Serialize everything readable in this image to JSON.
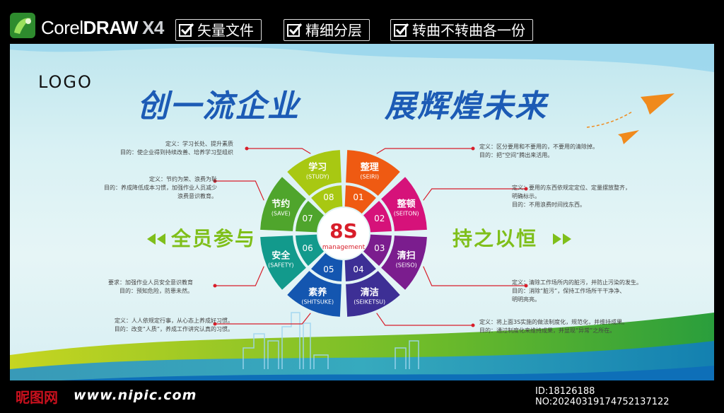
{
  "header": {
    "brand_prefix": "Corel",
    "brand_bold": "DRAW",
    "brand_version": "X4",
    "features": [
      "矢量文件",
      "精细分层",
      "转曲不转曲各一份"
    ]
  },
  "poster": {
    "logo": "LOGO",
    "headline_left": "创一流企业",
    "headline_right": "展辉煌未来",
    "slogan_left": "全员参与",
    "slogan_right": "持之以恒",
    "center_title": "8S",
    "center_sub": "management",
    "segments": [
      {
        "num": "01",
        "name": "整理",
        "en": "(SEIRI)",
        "color": "#ef5a12"
      },
      {
        "num": "02",
        "name": "整顿",
        "en": "(SEITON)",
        "color": "#d6127a"
      },
      {
        "num": "03",
        "name": "清扫",
        "en": "(SEISO)",
        "color": "#7b1d8e"
      },
      {
        "num": "04",
        "name": "清洁",
        "en": "(SEIKETSU)",
        "color": "#3d2f95"
      },
      {
        "num": "05",
        "name": "素养",
        "en": "(SHITSUKE)",
        "color": "#1456b0"
      },
      {
        "num": "06",
        "name": "安全",
        "en": "(SAFETY)",
        "color": "#129a8c"
      },
      {
        "num": "07",
        "name": "节约",
        "en": "(SAVE)",
        "color": "#4fa52c"
      },
      {
        "num": "08",
        "name": "学习",
        "en": "(STUDY)",
        "color": "#a8c812"
      }
    ],
    "descriptions": {
      "study": [
        "定义：学习长处、提升素质",
        "目的：使企业得到持续改善、培养学习型组织"
      ],
      "save": [
        "定义：节约为荣、浪费为耻",
        "目的：养成降低成本习惯，加强作业人员减少",
        "浪费意识教育。"
      ],
      "safety": [
        "要求：加强作业人员安全意识教育",
        "目的：预知危险，防患未然。"
      ],
      "shitsuke": [
        "定义：人人依规定行事，从心态上养成好习惯。",
        "目的：改变“人质”，养成工作讲究认真的习惯。"
      ],
      "seiri": [
        "定义：区分要用和不要用的，不要用的清除掉。",
        "目的：把“空间”腾出来活用。"
      ],
      "seiton": [
        "定义：要用的东西依规定定位、定量摆放整齐，",
        "明确标示。",
        "目的：不用浪费时间找东西。"
      ],
      "seiso": [
        "定义：清除工作场所内的脏污，并防止污染的发生。",
        "目的：消除“脏污”，保持工作场所干干净净、",
        "明明亮亮。"
      ],
      "seiketsu": [
        "定义：将上面3S实施的做法制度化，规范化，并维持成果。",
        "目的：通过制度化来维持成果，并显现“异常”之所在。"
      ]
    }
  },
  "footer": {
    "site_logo": "昵图网",
    "site_url": "www.nipic.com",
    "id_line": "ID:18126188 NO:20240319174752137122"
  },
  "colors": {
    "headline": "#1c5bb5",
    "slogan": "#7fbf1a",
    "center_text": "#d81e2a"
  }
}
